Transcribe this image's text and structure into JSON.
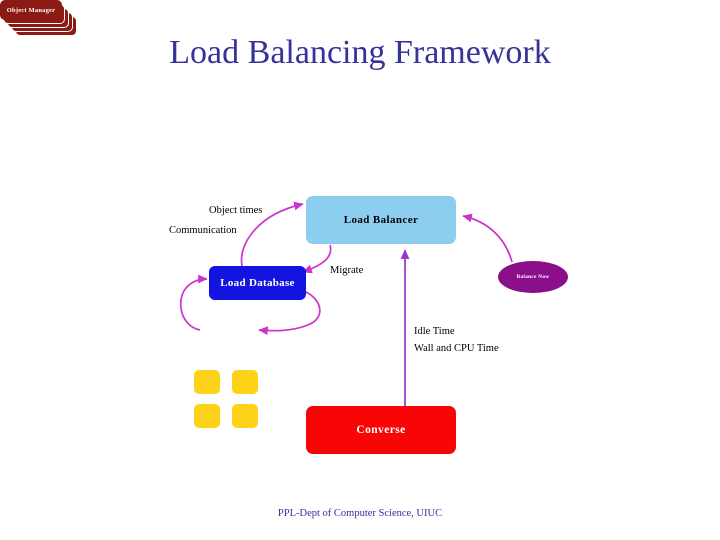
{
  "slide": {
    "title": "Load Balancing Framework",
    "footer": "PPL-Dept of Computer Science, UIUC",
    "title_color": "#333399",
    "background": "#ffffff"
  },
  "diagram": {
    "nodes": [
      {
        "id": "load-balancer",
        "label": "Load Balancer",
        "shape": "rounded-rect",
        "fill": "#8CCDF0",
        "text_color": "#000000"
      },
      {
        "id": "load-database",
        "label": "Load Database",
        "shape": "rounded-rect",
        "fill": "#1414E0",
        "text_color": "#ffffff"
      },
      {
        "id": "object-manager",
        "label": "Object Manager",
        "shape": "stacked-rounded-rect",
        "fill": "#8B1A14",
        "text_color": "#ffffff",
        "stack_count": 5
      },
      {
        "id": "converse",
        "label": "Converse",
        "shape": "rounded-rect",
        "fill": "#F80606",
        "text_color": "#ffffff"
      },
      {
        "id": "balance-now",
        "label": "Balance Now",
        "shape": "ellipse",
        "fill": "#8B0F8B",
        "text_color": "#ffffff"
      }
    ],
    "objects": [
      {
        "id": "object-1",
        "fill": "#FFD21A"
      },
      {
        "id": "object-2",
        "fill": "#FFD21A"
      },
      {
        "id": "object-3",
        "fill": "#FFD21A"
      },
      {
        "id": "object-4",
        "fill": "#FFD21A"
      }
    ],
    "edge_labels": [
      {
        "id": "object-times",
        "text": "Object times"
      },
      {
        "id": "communication",
        "text": "Communication"
      },
      {
        "id": "migrate",
        "text": "Migrate"
      },
      {
        "id": "idle-time",
        "text": "Idle Time"
      },
      {
        "id": "wall-cpu-time",
        "text": "Wall and CPU Time"
      }
    ],
    "connector_color": "#CC33CC",
    "connector_accent": "#9933CC"
  }
}
